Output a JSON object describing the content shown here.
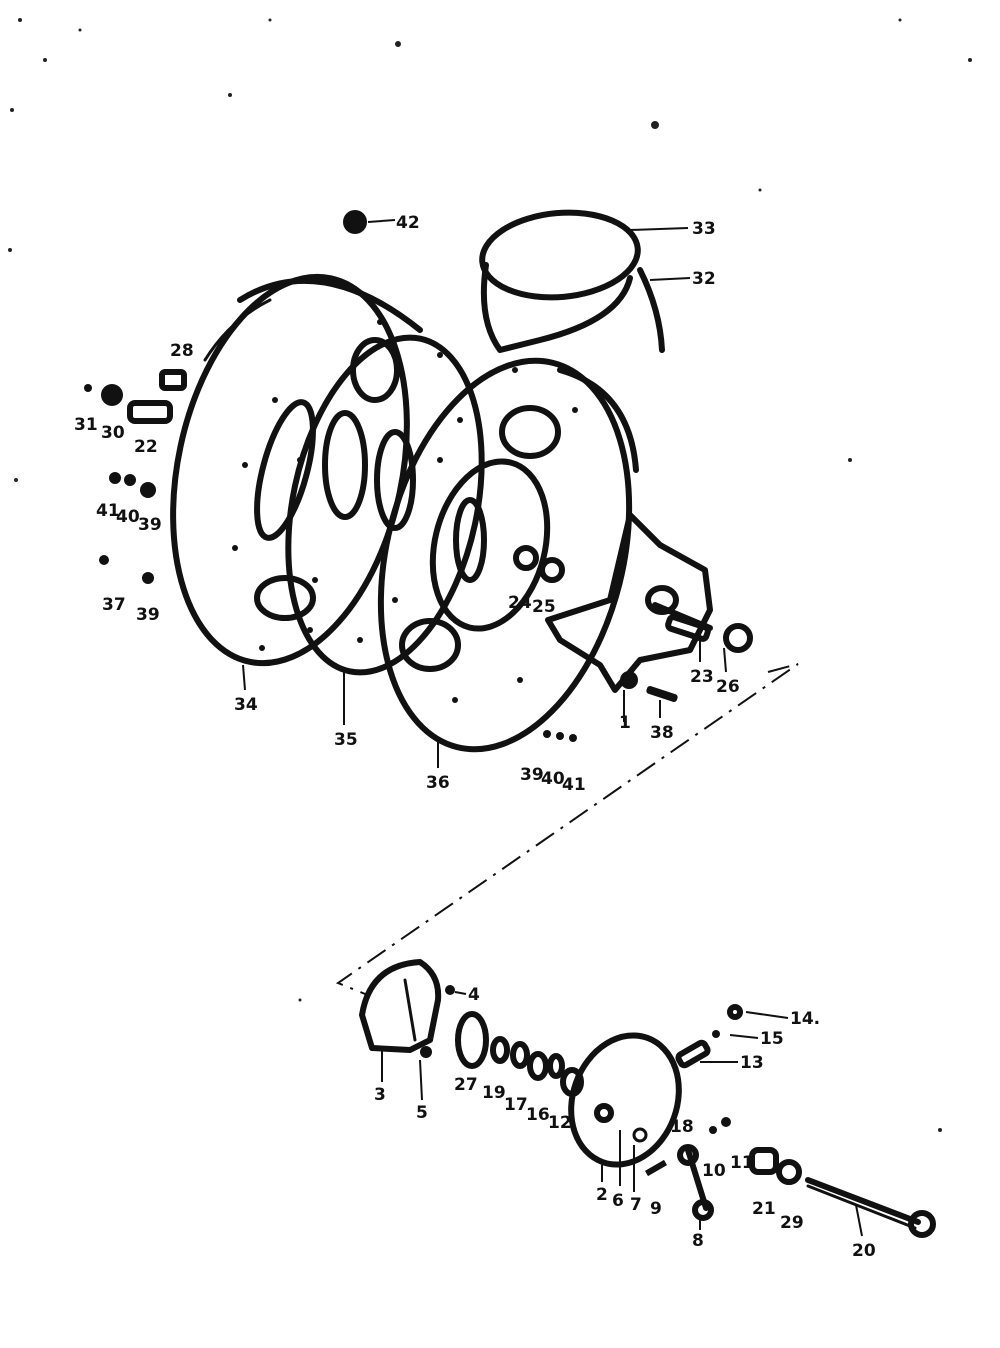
{
  "callouts": {
    "c1": "1",
    "c2": "2",
    "c3": "3",
    "c4": "4",
    "c5": "5",
    "c6": "6",
    "c7": "7",
    "c8": "8",
    "c9": "9",
    "c10": "10",
    "c11": "11",
    "c12": "12",
    "c13": "13",
    "c14": "14.",
    "c15": "15",
    "c16": "16",
    "c17": "17",
    "c18": "18",
    "c19": "19",
    "c20": "20",
    "c21": "21",
    "c22": "22",
    "c23": "23",
    "c24": "24",
    "c25": "25",
    "c26": "26",
    "c27": "27",
    "c28": "28",
    "c29": "29",
    "c30": "30",
    "c31": "31",
    "c32": "32",
    "c33": "33",
    "c34": "34",
    "c35": "35",
    "c36": "36",
    "c37": "37",
    "c38": "38",
    "c39a": "39",
    "c39b": "39",
    "c39c": "39",
    "c40a": "40",
    "c40b": "40",
    "c41a": "41",
    "c41b": "41",
    "c42": "42"
  },
  "colors": {
    "ink": "#111111",
    "paper": "#ffffff"
  }
}
